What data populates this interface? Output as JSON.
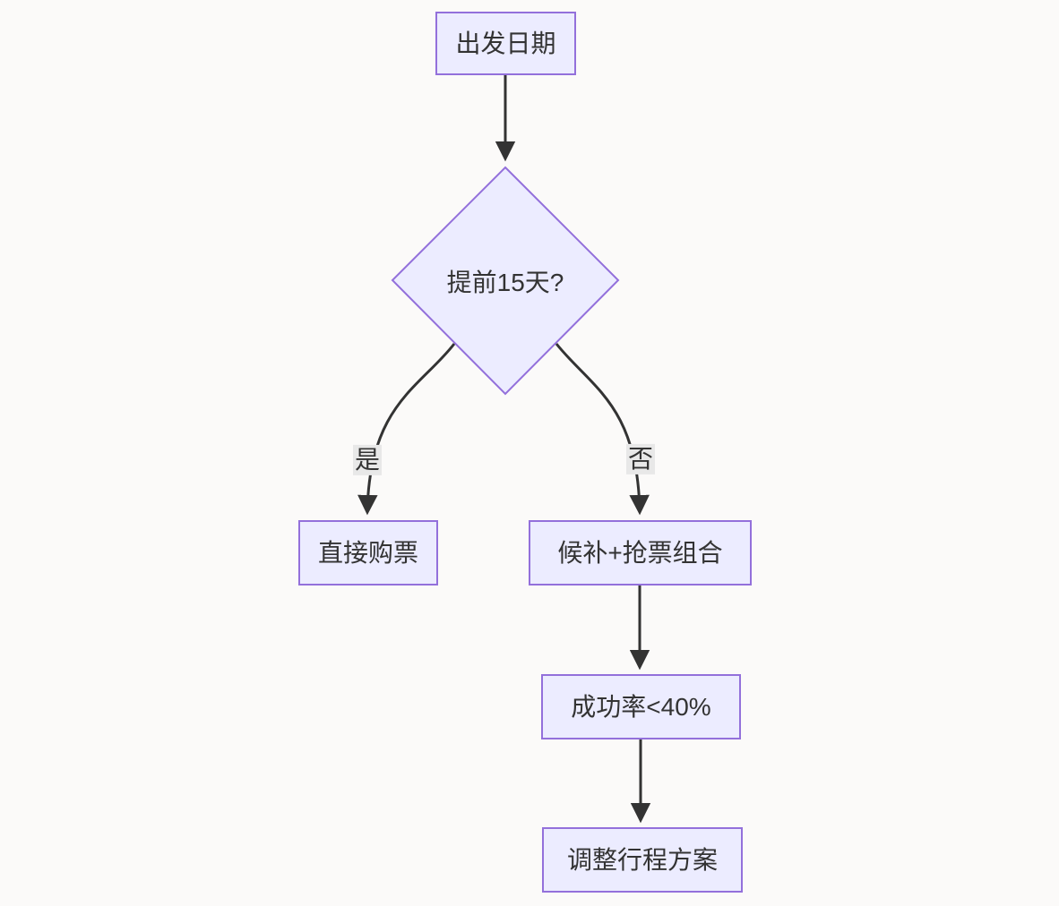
{
  "diagram": {
    "type": "flowchart",
    "direction": "top-down",
    "colors": {
      "background": "#fbfaf9",
      "node_fill": "#ECECFF",
      "node_border": "#9370DB",
      "text": "#333333",
      "edge": "#333333",
      "edge_label_bg": "#e8e8e8"
    },
    "nodes": [
      {
        "id": "start",
        "shape": "rect",
        "label": "出发日期"
      },
      {
        "id": "decision",
        "shape": "diamond",
        "label": "提前15天?"
      },
      {
        "id": "direct",
        "shape": "rect",
        "label": "直接购票"
      },
      {
        "id": "combo",
        "shape": "rect",
        "label": "候补+抢票组合"
      },
      {
        "id": "rate",
        "shape": "rect",
        "label": "成功率<40%"
      },
      {
        "id": "adjust",
        "shape": "rect",
        "label": "调整行程方案"
      }
    ],
    "edges": [
      {
        "from": "start",
        "to": "decision",
        "label": ""
      },
      {
        "from": "decision",
        "to": "direct",
        "label": "是"
      },
      {
        "from": "decision",
        "to": "combo",
        "label": "否"
      },
      {
        "from": "combo",
        "to": "rate",
        "label": ""
      },
      {
        "from": "rate",
        "to": "adjust",
        "label": ""
      }
    ]
  }
}
